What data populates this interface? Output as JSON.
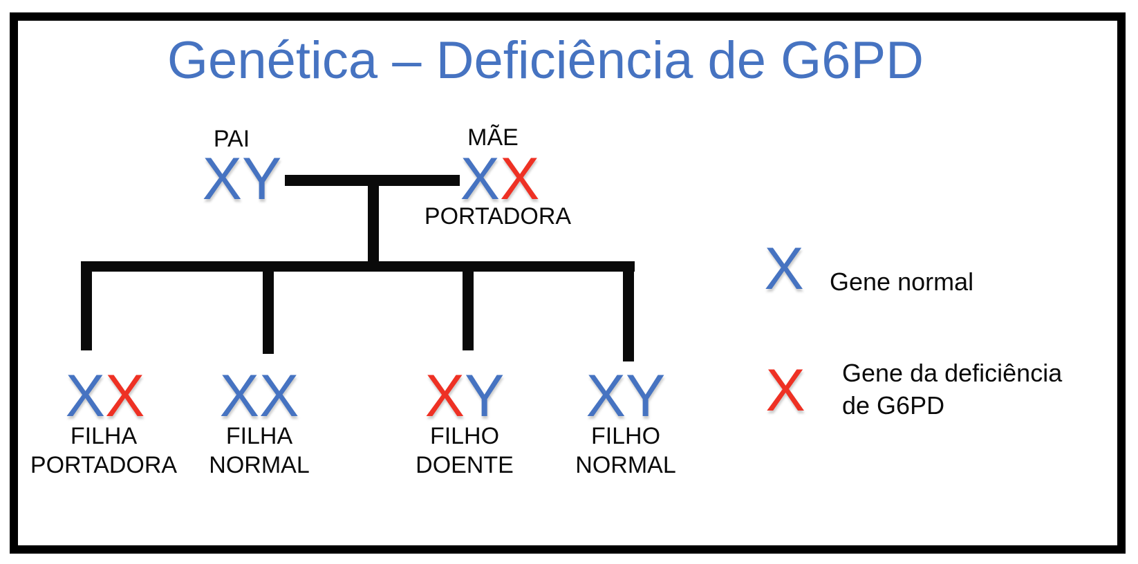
{
  "title": "Genética – Deficiência de G6PD",
  "colors": {
    "blue": "#4673C1",
    "red": "#EE3124",
    "line": "#0a0a0a"
  },
  "parents": {
    "father": {
      "label": "PAI",
      "genotype": [
        {
          "letter": "X",
          "color": "blue"
        },
        {
          "letter": "Y",
          "color": "blue"
        }
      ]
    },
    "mother": {
      "label": "MÃE",
      "sublabel": "PORTADORA",
      "genotype": [
        {
          "letter": "X",
          "color": "blue"
        },
        {
          "letter": "X",
          "color": "red"
        }
      ]
    }
  },
  "children": [
    {
      "genotype": [
        {
          "letter": "X",
          "color": "blue"
        },
        {
          "letter": "X",
          "color": "red"
        }
      ],
      "label_line1": "FILHA",
      "label_line2": "PORTADORA"
    },
    {
      "genotype": [
        {
          "letter": "X",
          "color": "blue"
        },
        {
          "letter": "X",
          "color": "blue"
        }
      ],
      "label_line1": "FILHA",
      "label_line2": "NORMAL"
    },
    {
      "genotype": [
        {
          "letter": "X",
          "color": "red"
        },
        {
          "letter": "Y",
          "color": "blue"
        }
      ],
      "label_line1": "FILHO",
      "label_line2": "DOENTE"
    },
    {
      "genotype": [
        {
          "letter": "X",
          "color": "blue"
        },
        {
          "letter": "Y",
          "color": "blue"
        }
      ],
      "label_line1": "FILHO",
      "label_line2": "NORMAL"
    }
  ],
  "legend": [
    {
      "symbol": "X",
      "color": "blue",
      "label_line1": "Gene normal",
      "label_line2": ""
    },
    {
      "symbol": "X",
      "color": "red",
      "label_line1": "Gene da deficiência",
      "label_line2": "de G6PD"
    }
  ]
}
